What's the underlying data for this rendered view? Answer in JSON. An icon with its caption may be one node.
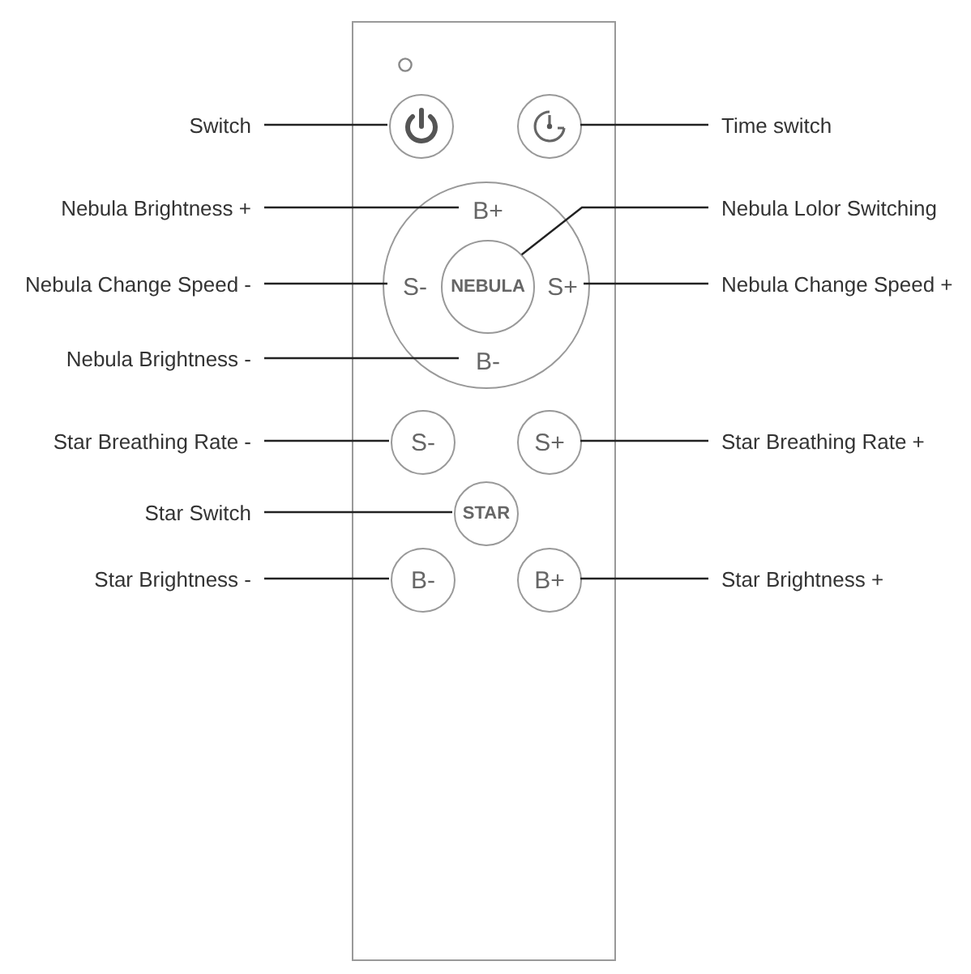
{
  "diagram": {
    "nodes": [
      {
        "text": [],
        "shape": "box"
      },
      {
        "text": [],
        "shape": "circle",
        "in": 0
      },
      {
        "text": [],
        "shape": "circle",
        "in": 0
      },
      {
        "text": [],
        "shape": "circle",
        "in": 0
      },
      {
        "text": [
          "B+"
        ],
        "in": 3
      },
      {
        "text": [
          "S-"
        ],
        "in": 3
      },
      {
        "text": [
          "NEBULA"
        ],
        "in": 3
      },
      {
        "text": [
          "S+"
        ],
        "in": 3
      },
      {
        "text": [
          "B-"
        ],
        "in": 3
      },
      {
        "text": [
          "S-"
        ],
        "in": 0
      },
      {
        "text": [
          "S+"
        ],
        "in": 0
      },
      {
        "text": [
          "STAR"
        ],
        "in": 0
      },
      {
        "text": [
          "B-"
        ],
        "in": 0
      },
      {
        "text": [
          "B+"
        ],
        "in": 0
      },
      {
        "text": [
          "Switch"
        ]
      },
      {
        "text": [
          "Time switch"
        ]
      },
      {
        "text": [
          "Nebula Brightness +"
        ]
      },
      {
        "text": [
          "Nebula Lolor Switching"
        ]
      },
      {
        "text": [
          "Nebula Change Speed -"
        ]
      },
      {
        "text": [
          "Nebula Change Speed +"
        ]
      },
      {
        "text": [
          "Nebula Brightness -"
        ]
      },
      {
        "text": [
          "Star Breathing Rate -"
        ]
      },
      {
        "text": [
          "Star Breathing Rate +"
        ]
      },
      {
        "text": [
          "Star Switch"
        ]
      },
      {
        "text": [
          "Star Brightness -"
        ]
      },
      {
        "text": [
          "Star Brightness +"
        ]
      }
    ],
    "edges": [
      {
        "from": 14,
        "to": 1,
        "arrow": "none"
      },
      {
        "from": 15,
        "to": 2,
        "arrow": "none"
      },
      {
        "from": 16,
        "to": 4,
        "arrow": "none"
      },
      {
        "from": 17,
        "to": 6,
        "arrow": "none"
      },
      {
        "from": 18,
        "to": 5,
        "arrow": "none"
      },
      {
        "from": 19,
        "to": 7,
        "arrow": "none"
      },
      {
        "from": 20,
        "to": 8,
        "arrow": "none"
      },
      {
        "from": 21,
        "to": 9,
        "arrow": "none"
      },
      {
        "from": 22,
        "to": 10,
        "arrow": "none"
      },
      {
        "from": 23,
        "to": 11,
        "arrow": "none"
      },
      {
        "from": 24,
        "to": 12,
        "arrow": "none"
      },
      {
        "from": 25,
        "to": 13,
        "arrow": "none"
      }
    ]
  }
}
